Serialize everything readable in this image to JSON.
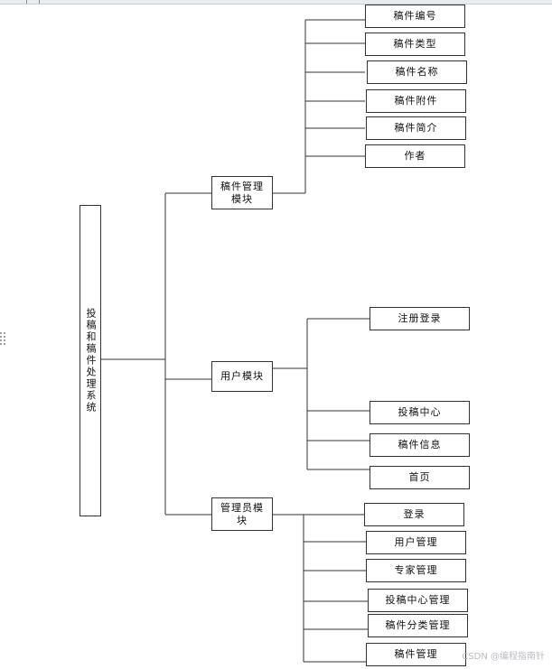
{
  "root": {
    "label": "投稿和稿件处理系统"
  },
  "modules": [
    {
      "label": "稿件管理模块",
      "items": [
        "稿件编号",
        "稿件类型",
        "稿件名称",
        "稿件附件",
        "稿件简介",
        "作者"
      ]
    },
    {
      "label": "用户模块",
      "items": [
        "注册登录",
        "投稿中心",
        "稿件信息",
        "首页"
      ]
    },
    {
      "label": "管理员模块",
      "items": [
        "登录",
        "用户管理",
        "专家管理",
        "投稿中心管理",
        "稿件分类管理",
        "稿件管理"
      ]
    }
  ],
  "watermark": "CSDN @编程指南针"
}
